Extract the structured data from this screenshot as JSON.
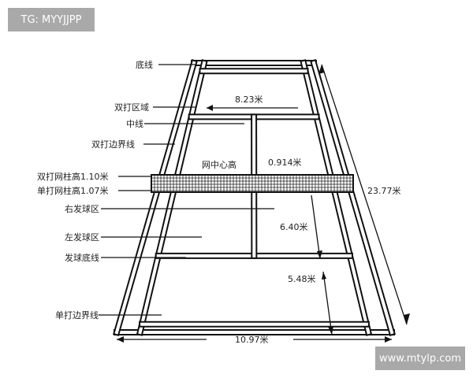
{
  "watermarks": {
    "top_left": "TG: MYYJJPP",
    "bottom_right": "www.mtylp.com"
  },
  "labels": {
    "baseline": "底线",
    "doubles_area": "双打区域",
    "center_line": "中线",
    "doubles_sideline": "双打边界线",
    "doubles_post_height": "双打网柱高1.10米",
    "singles_post_height": "单打网柱高1.07米",
    "right_service_court": "右发球区",
    "left_service_court": "左发球区",
    "service_line": "发球底线",
    "singles_sideline": "单打边界线",
    "net_center_height": "网中心高"
  },
  "dimensions": {
    "service_width": "8.23米",
    "net_center": "0.914米",
    "total_length": "23.77米",
    "service_depth": "6.40米",
    "back_depth": "5.48米",
    "total_width": "10.97米"
  }
}
